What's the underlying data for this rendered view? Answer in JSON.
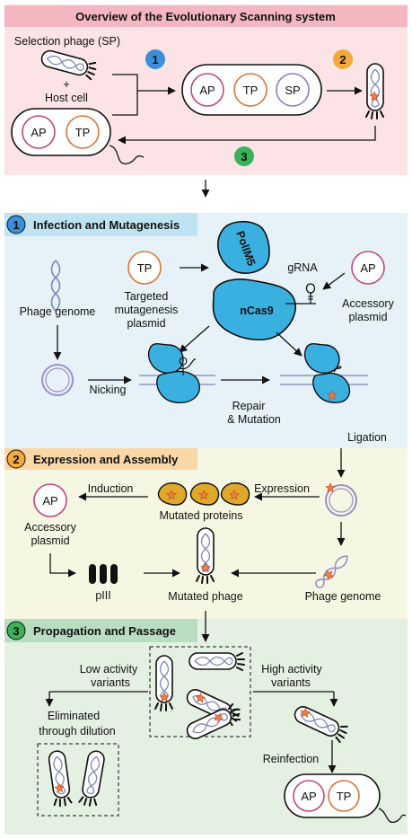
{
  "colors": {
    "overview_bg": "#fbe3e6",
    "overview_header": "#f4b7c2",
    "section1_bg": "#e6f2f8",
    "section1_header": "#bfe3f0",
    "section2_bg": "#f6f7e2",
    "section2_header": "#f9d7a6",
    "section3_bg": "#e4f0e2",
    "section3_header": "#b8ddc0",
    "badge1": "#3a8fd8",
    "badge2": "#f3a93b",
    "badge3": "#3bb25a",
    "ap_ring": "#c0467a",
    "tp_ring": "#d9763a",
    "sp_ring": "#8c7fc2",
    "enzyme_blue": "#3ab0e0",
    "protein_yellow": "#e0a82a",
    "mutation_star": "#f0803a"
  },
  "overview": {
    "title": "Overview of the Evolutionary Scanning system",
    "selection_phage": "Selection phage (SP)",
    "plus": "+",
    "host_cell": "Host cell",
    "ap": "AP",
    "tp": "TP",
    "sp": "SP",
    "badge1": "1",
    "badge2": "2",
    "badge3": "3"
  },
  "section1": {
    "badge": "1",
    "title": "Infection and Mutagenesis",
    "polm5": "PolIM5",
    "ncas9": "nCas9",
    "tp": "TP",
    "targeted_1": "Targeted",
    "targeted_2": "mutagenesis",
    "targeted_3": "plasmid",
    "grna": "gRNA",
    "ap": "AP",
    "accessory_1": "Accessory",
    "accessory_2": "plasmid",
    "phage_genome": "Phage genome",
    "nicking": "Nicking",
    "repair_1": "Repair",
    "repair_2": "& Mutation",
    "ligation": "Ligation"
  },
  "section2": {
    "badge": "2",
    "title": "Expression and Assembly",
    "induction": "Induction",
    "expression": "Expression",
    "ap": "AP",
    "accessory_1": "Accessory",
    "accessory_2": "plasmid",
    "mutated_proteins": "Mutated proteins",
    "piii": "pIII",
    "mutated_phage": "Mutated phage",
    "phage_genome": "Phage genome"
  },
  "section3": {
    "badge": "3",
    "title": "Propagation and Passage",
    "low_1": "Low activity",
    "low_2": "variants",
    "high_1": "High activity",
    "high_2": "variants",
    "elim_1": "Eliminated",
    "elim_2": "through dilution",
    "reinfection": "Reinfection",
    "ap": "AP",
    "tp": "TP"
  }
}
